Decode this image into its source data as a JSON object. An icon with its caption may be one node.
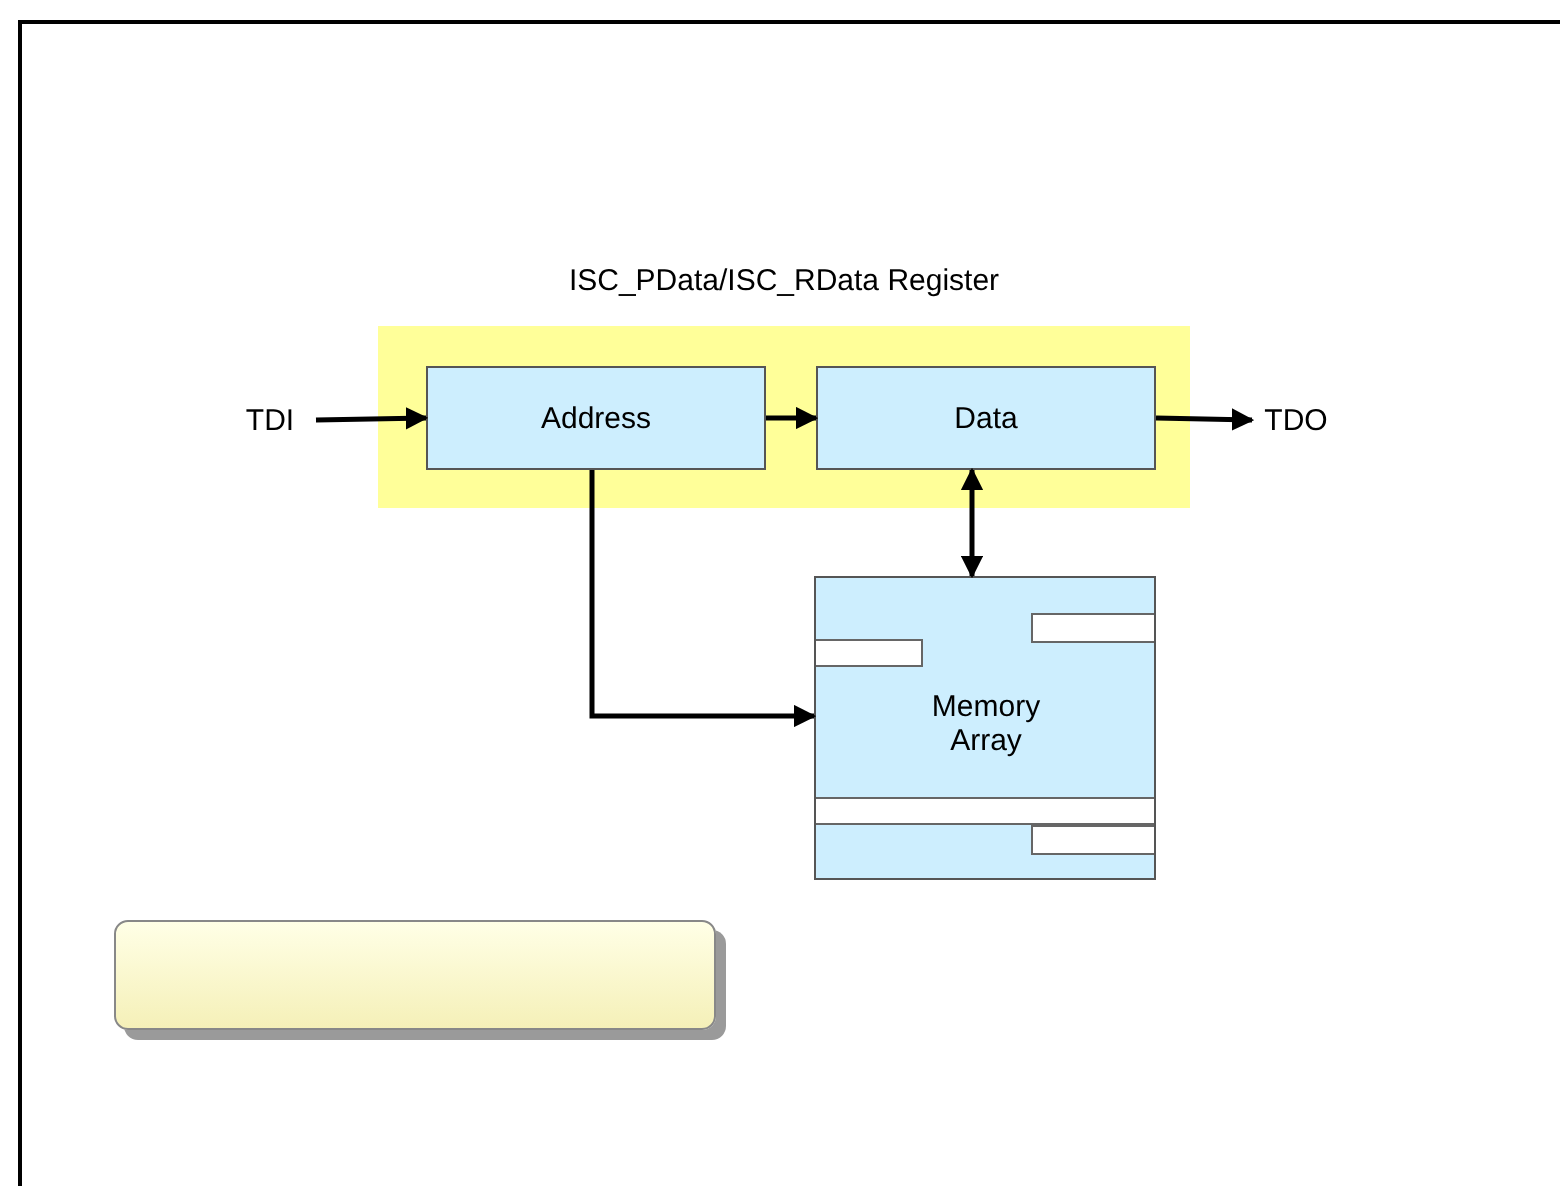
{
  "diagram": {
    "nodes": [
      {
        "text": [
          "ISC_PData/ISC_RData Register"
        ]
      },
      {
        "text": [
          "Address"
        ],
        "in": 0
      },
      {
        "text": [
          "Data"
        ],
        "in": 0
      },
      {
        "text": [
          "TDI"
        ]
      },
      {
        "text": [
          "TDO"
        ]
      },
      {
        "text": [
          "Memory Array"
        ]
      },
      {
        "text": [],
        "shape": "box"
      }
    ],
    "edges": [
      {
        "from": 3,
        "to": 1,
        "arrow": "to"
      },
      {
        "from": 1,
        "to": 2,
        "arrow": "to"
      },
      {
        "from": 2,
        "to": 4,
        "arrow": "to"
      },
      {
        "from": 2,
        "to": 5,
        "arrow": "both"
      },
      {
        "from": 1,
        "to": 5,
        "arrow": "to"
      }
    ]
  }
}
